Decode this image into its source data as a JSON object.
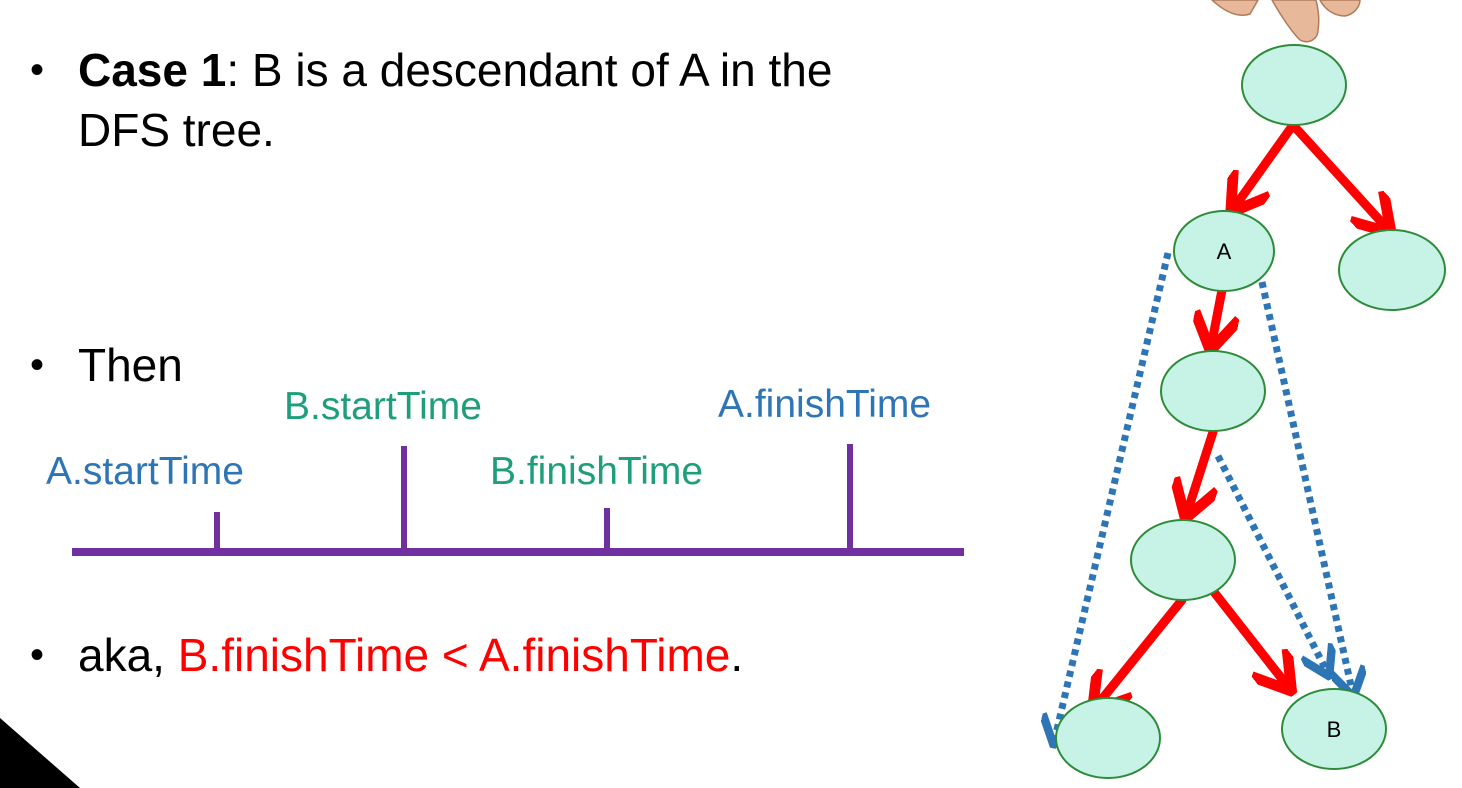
{
  "bullets": {
    "case1": {
      "dot": "•",
      "bold": "Case 1",
      "rest_line1": ": B is a descendant of A in the",
      "line2": "DFS tree."
    },
    "then": {
      "dot": "•",
      "text": "Then"
    },
    "aka": {
      "dot": "•",
      "prefix": "aka, ",
      "highlight": "B.finishTime < A.finishTime",
      "suffix": "."
    }
  },
  "timeline": {
    "labels": {
      "a_start": "A.startTime",
      "b_start": "B.startTime",
      "b_finish": "B.finishTime",
      "a_finish": "A.finishTime"
    },
    "colors": {
      "line": "#7030a0",
      "a_label": "#2e75b6",
      "b_label": "#1e9e7a"
    }
  },
  "tree": {
    "node_labels": {
      "a": "A",
      "b": "B"
    },
    "colors": {
      "node_fill": "#c6f3e6",
      "node_stroke": "#2e8b3a",
      "tree_edge": "#ff0000",
      "dotted_edge": "#2e75b6",
      "hand": "#e8b89a"
    }
  }
}
